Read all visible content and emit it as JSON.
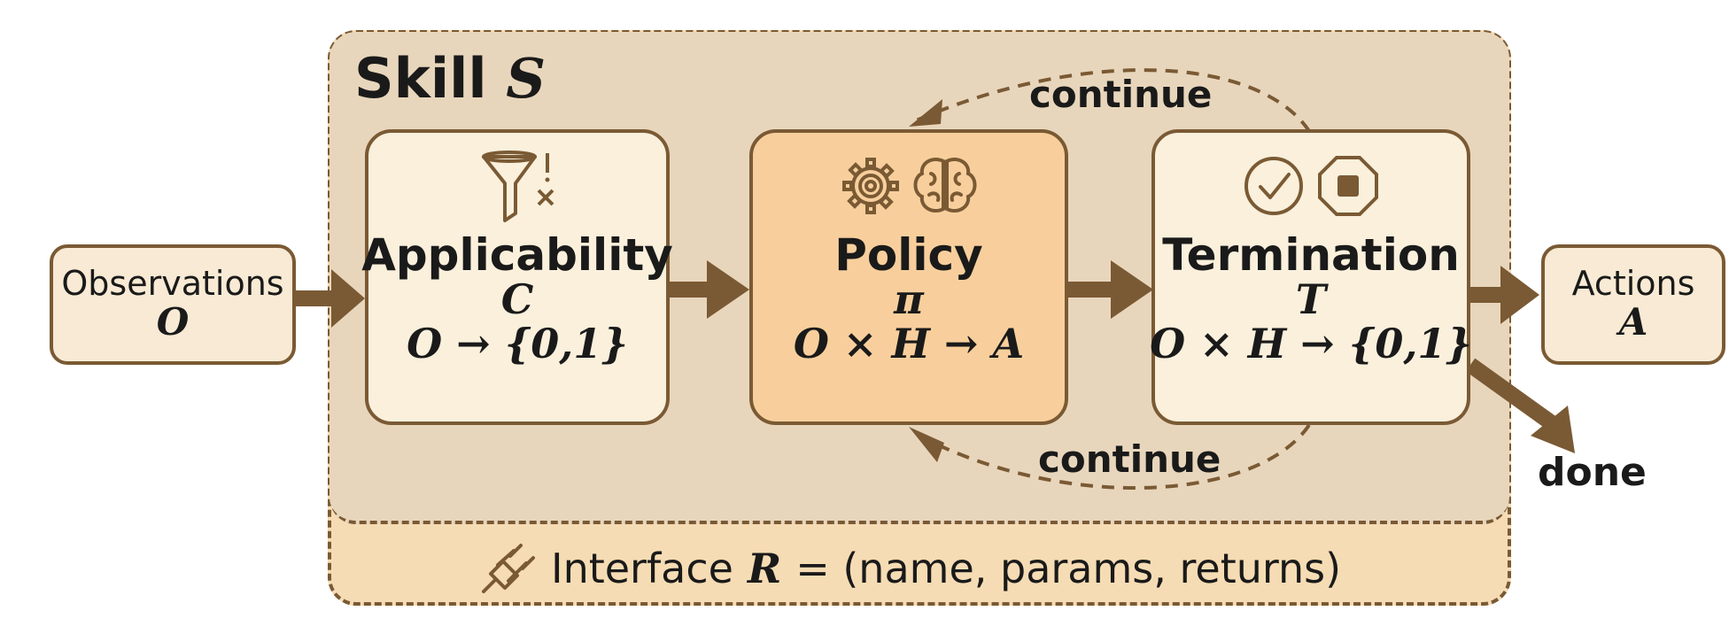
{
  "skill": {
    "title": "Skill",
    "symbol": "S"
  },
  "observations": {
    "label": "Observations",
    "symbol": "O"
  },
  "actions": {
    "label": "Actions",
    "symbol": "A"
  },
  "applicability": {
    "title": "Applicability",
    "symbol": "C",
    "signature": "O → {0,1}"
  },
  "policy": {
    "title": "Policy",
    "symbol": "π",
    "signature": "O × H → A"
  },
  "termination": {
    "title": "Termination",
    "symbol": "T",
    "signature": "O × H → {0,1}"
  },
  "loop_top_label": "continue",
  "loop_bottom_label": "continue",
  "done_label": "done",
  "interface": {
    "prefix": "Interface",
    "symbol": "R",
    "suffix": "= (name, params, returns)"
  },
  "icons": [
    "filter-icon",
    "gear-icon",
    "brain-icon",
    "check-circle-icon",
    "stop-octagon-icon",
    "plug-icon"
  ],
  "colors": {
    "outline": "#7a5a34",
    "skill_bg": "#e8d6bc",
    "interface_bg": "#f6dcb4",
    "policy_bg": "#f8cf9c",
    "box_bg": "#faf0dc"
  }
}
